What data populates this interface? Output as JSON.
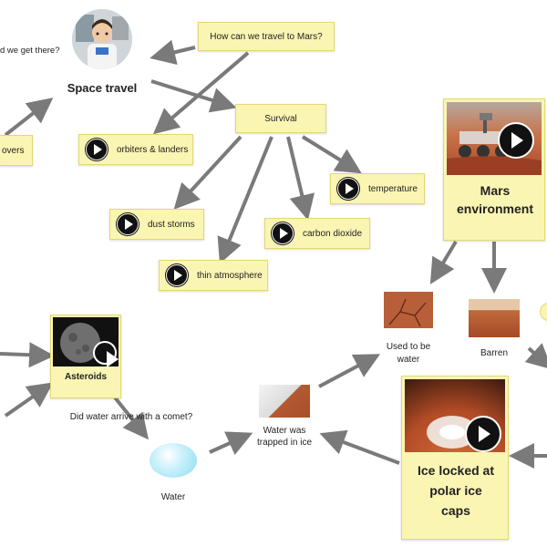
{
  "nodes": {
    "question_get_there": "d we get there?",
    "space_travel": "Space travel",
    "question_travel_mars": "How can we travel to Mars?",
    "survival": "Survival",
    "rovers": "overs",
    "orbiters_landers": "orbiters & landers",
    "temperature": "temperature",
    "dust_storms": "dust storms",
    "carbon_dioxide": "carbon dioxide",
    "thin_atmosphere": "thin atmosphere",
    "mars_environment_line1": "Mars",
    "mars_environment_line2": "environment",
    "used_to_be_water_line1": "Used to be",
    "used_to_be_water_line2": "water",
    "barren": "Barren",
    "asteroids": "Asteroids",
    "question_comet": "Did water arrive with a comet?",
    "water_trapped_line1": "Water was",
    "water_trapped_line2": "trapped in ice",
    "water": "Water",
    "ice_line1": "Ice locked at",
    "ice_line2": "polar ice",
    "ice_line3": "caps"
  },
  "icons": [
    "astronaut-avatar",
    "play-icon",
    "mars-rover-photo",
    "cracked-ground-photo",
    "barren-landscape-photo",
    "asteroid-photo",
    "ice-chunk-photo",
    "water-drop-icon",
    "polar-ice-cap-photo"
  ],
  "colors": {
    "note": "#fbf5b3",
    "arrow": "#7a7a7a",
    "mars": "#c0552e"
  }
}
